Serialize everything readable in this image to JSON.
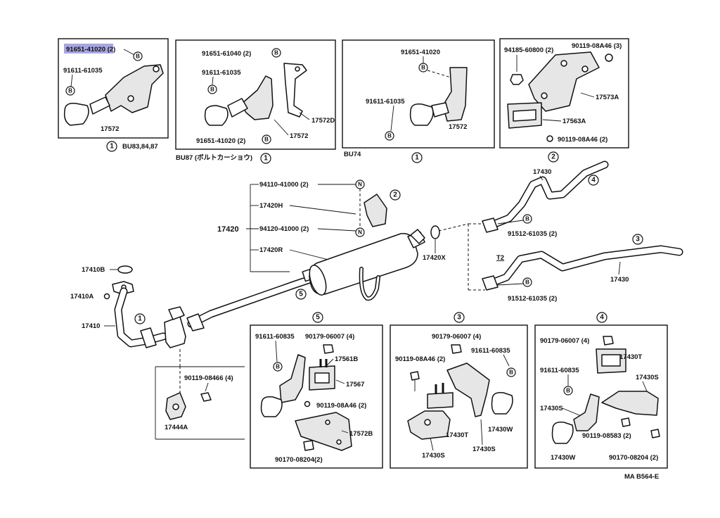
{
  "diagram_code": "MA B564-E",
  "marks": {
    "bolt": "B",
    "nut": "N"
  },
  "circled": {
    "c1": "1",
    "c2": "2",
    "c3": "3",
    "c4": "4",
    "c5": "5"
  },
  "panel_a": {
    "highlighted_part": "91651-41020 (2)",
    "bolt_part": "91611-61035",
    "bracket": "17572",
    "variant": "BU83,84,87"
  },
  "panel_b": {
    "top_bolt": "91651-61040 (2)",
    "bolt_part": "91611-61035",
    "bracket": "17572D",
    "bottom_bolt": "91651-41020 (2)",
    "bracket2": "17572",
    "variant": "BU87 (ボルトカーショウ)"
  },
  "panel_c": {
    "top_bolt": "91651-41020",
    "bolt_part": "91611-61035",
    "bracket": "17572",
    "variant": "BU74"
  },
  "panel_d": {
    "nut": "94185-60800 (2)",
    "bolt_top": "90119-08A46 (3)",
    "bracket": "17573A",
    "mount": "17563A",
    "bolt_bottom": "90119-08A46 (2)"
  },
  "main": {
    "nut1": "94110-41000 (2)",
    "hanger_h": "17420H",
    "assembly": "17420",
    "nut2": "94120-41000 (2)",
    "hanger_r": "17420R",
    "gasket_x": "17420X",
    "tail_pipe": "17430",
    "bolt_tail": "91512-61035 (2)",
    "t2": "T2",
    "tail_pipe_2": "17430",
    "bolt_tail_2": "91512-61035 (2)",
    "gasket_b": "17410B",
    "gasket_a": "17410A",
    "front_pipe": "17410"
  },
  "panel_e": {
    "bolt": "90119-08466 (4)",
    "plate": "17444A"
  },
  "panel_5": {
    "bolt_part": "91611-60835",
    "nut": "90179-06007 (4)",
    "bracket_b": "17561B",
    "mount": "17567",
    "bolt": "90119-08A46 (2)",
    "bracket": "17572B",
    "nut_bottom": "90170-08204(2)"
  },
  "panel_3": {
    "nut": "90179-06007 (4)",
    "bolt_left": "90119-08A46 (2)",
    "bolt_part": "91611-60835",
    "mount": "17430T",
    "clamp": "17430W",
    "bracket_left": "17430S",
    "bracket_right": "17430S"
  },
  "panel_4": {
    "nut": "90179-06007 (4)",
    "mount": "17430T",
    "bolt_part": "91611-60835",
    "bracket_top": "17430S",
    "bracket_left": "17430S",
    "bolt": "90119-08583 (2)",
    "clamp": "17430W",
    "nut_bottom": "90170-08204 (2)"
  }
}
